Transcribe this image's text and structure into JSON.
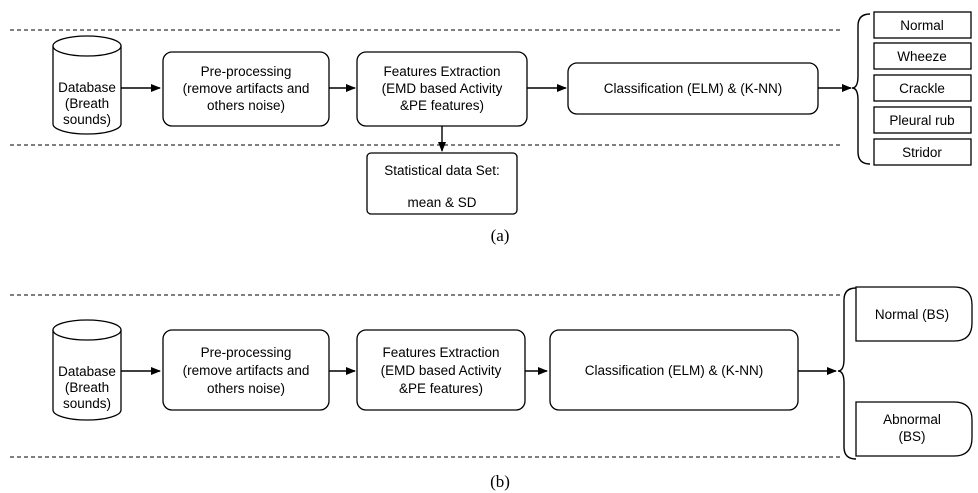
{
  "panel_a": {
    "database": [
      "Database",
      "(Breath",
      "sounds)"
    ],
    "preprocessing": [
      "Pre-processing",
      "(remove artifacts and",
      "others noise)"
    ],
    "features": [
      "Features Extraction",
      "(EMD based Activity",
      "&PE features)"
    ],
    "classification": "Classification (ELM) & (K-NN)",
    "statistical": [
      "Statistical data Set:",
      "mean & SD"
    ],
    "outputs": [
      "Normal",
      "Wheeze",
      "Crackle",
      "Pleural rub",
      "Stridor"
    ],
    "caption": "(a)"
  },
  "panel_b": {
    "database": [
      "Database",
      "(Breath",
      "sounds)"
    ],
    "preprocessing": [
      "Pre-processing",
      "(remove artifacts and",
      "others noise)"
    ],
    "features": [
      "Features Extraction",
      "(EMD based Activity",
      "&PE features)"
    ],
    "classification": "Classification (ELM) & (K-NN)",
    "outputs": [
      [
        "Normal (BS)"
      ],
      [
        "Abnormal",
        "(BS)"
      ]
    ],
    "caption": "(b)"
  }
}
